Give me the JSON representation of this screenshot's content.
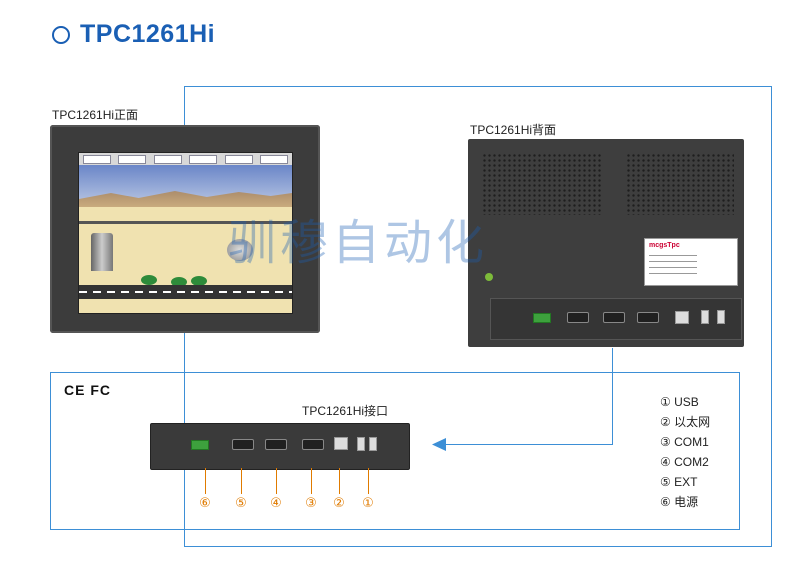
{
  "title": "TPC1261Hi",
  "labels": {
    "front": "TPC1261Hi正面",
    "back": "TPC1261Hi背面",
    "interface": "TPC1261Hi接口"
  },
  "certifications": "CE FC",
  "watermark": "驯穆自动化",
  "callout_numbers": [
    "⑥",
    "⑤",
    "④",
    "③",
    "②",
    "①"
  ],
  "legend": [
    "① USB",
    "② 以太网",
    "③ COM1",
    "④ COM2",
    "⑤ EXT",
    "⑥ 电源"
  ],
  "sticker_logo": "mcgsTpc",
  "colors": {
    "title_blue": "#1a5fb4",
    "frame_blue": "#3d8fd6",
    "callout_orange": "#e07b00"
  },
  "icons": {
    "title_marker": "circle-outline",
    "arrow": "arrow-left-icon"
  }
}
